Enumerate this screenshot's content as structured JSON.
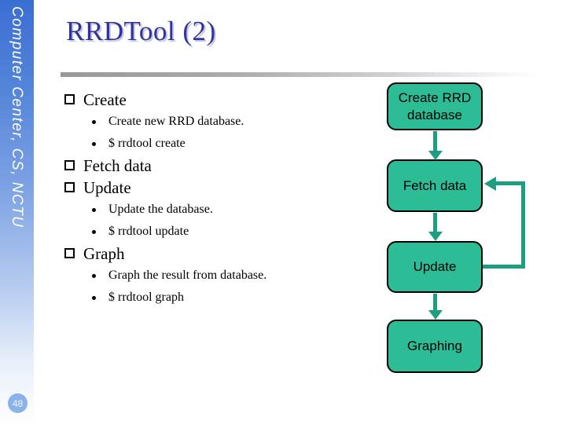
{
  "slide": {
    "title": "RRDTool (2)",
    "sidebar_text": "Computer Center, CS, NCTU",
    "page_number": "48"
  },
  "colors": {
    "title_text": "#31329b",
    "title_shadow": "#c6c6e2",
    "sidebar_gradient_top": "#3a6ed3",
    "sidebar_gradient_bottom": "#ffffff",
    "flow_box_fill": "#2cbd96",
    "flow_box_border": "#000000",
    "connector": "#1e9e81",
    "page_bubble": "#8ab2ea"
  },
  "bullets": {
    "items": [
      {
        "type": "main",
        "label": "Create"
      },
      {
        "type": "sub",
        "label": "Create new RRD database."
      },
      {
        "type": "sub",
        "label": "$ rrdtool create"
      },
      {
        "type": "main",
        "label": "Fetch data"
      },
      {
        "type": "main",
        "label": "Update"
      },
      {
        "type": "sub",
        "label": "Update the database."
      },
      {
        "type": "sub",
        "label": "$ rrdtool update"
      },
      {
        "type": "main",
        "label": "Graph"
      },
      {
        "type": "sub",
        "label": "Graph the result from database."
      },
      {
        "type": "sub",
        "label": "$ rrdtool graph"
      }
    ]
  },
  "flowchart": {
    "nodes": [
      {
        "id": "create",
        "label": "Create RRD database"
      },
      {
        "id": "fetch",
        "label": "Fetch data"
      },
      {
        "id": "update",
        "label": "Update"
      },
      {
        "id": "graphing",
        "label": "Graphing"
      }
    ],
    "edges": [
      "create -> fetch",
      "fetch -> update",
      "update -> graphing",
      "update -> fetch (feedback loop)"
    ]
  }
}
